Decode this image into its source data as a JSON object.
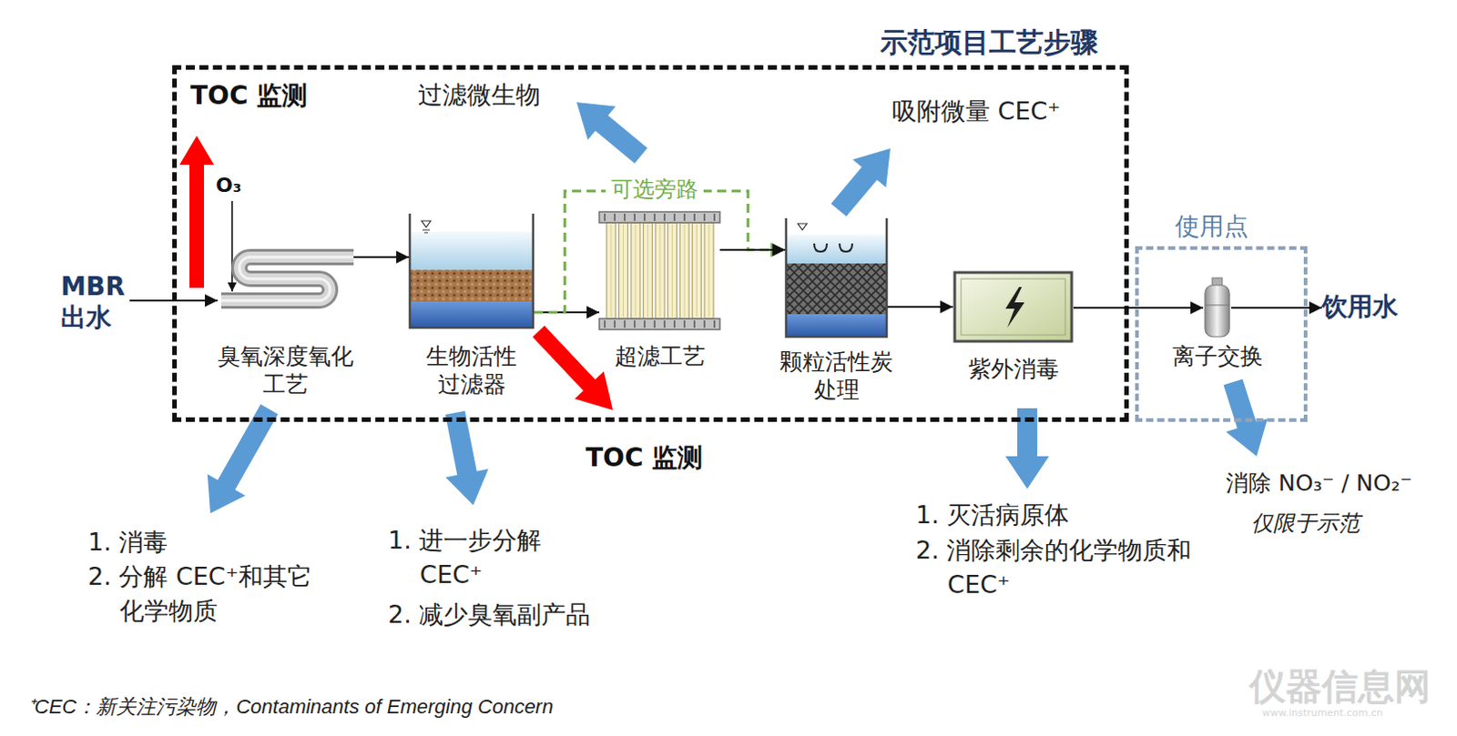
{
  "diagram": {
    "caption": "⁺CEC：新关注污染物，Contaminants of Emerging Concern",
    "nodes": [
      {
        "text": [
          "MBR 出水"
        ]
      },
      {
        "text": [
          "示范项目工艺步骤"
        ]
      },
      {
        "text": [
          "臭氧深度氧化工艺"
        ],
        "in": 1
      },
      {
        "text": [
          "生物活性过滤器"
        ],
        "in": 1
      },
      {
        "text": [
          "超滤工艺"
        ],
        "in": 1
      },
      {
        "text": [
          "颗粒活性炭处理"
        ],
        "in": 1
      },
      {
        "text": [
          "紫外消毒"
        ],
        "in": 1
      },
      {
        "text": [
          "使用点"
        ]
      },
      {
        "text": [
          "离子交换"
        ],
        "in": 7
      },
      {
        "text": [
          "饮用水"
        ]
      }
    ],
    "edges": [
      {
        "from": 0,
        "to": 2,
        "arrow": "to"
      },
      {
        "from": 2,
        "to": 3,
        "arrow": "to"
      },
      {
        "from": 3,
        "to": 4,
        "arrow": "to"
      },
      {
        "from": 3,
        "to": 5,
        "label": "可选旁路",
        "arrow": "to"
      },
      {
        "from": 4,
        "to": 5,
        "arrow": "to"
      },
      {
        "from": 5,
        "to": 6,
        "arrow": "to"
      },
      {
        "from": 6,
        "to": 8,
        "arrow": "to"
      },
      {
        "from": 8,
        "to": 9,
        "arrow": "to"
      }
    ],
    "labels": [
      "TOC 监测",
      "O₃",
      "过滤微生物",
      "吸附微量 CEC⁺",
      "TOC 监测",
      "1. 消毒",
      "2. 分解 CEC⁺和其它化学物质",
      "1. 进一步分解 CEC⁺",
      "2. 减少臭氧副产品",
      "1. 灭活病原体",
      "2. 消除剩余的化学物质和 CEC⁺",
      "消除 NO₃⁻ / NO₂⁻",
      "仅限于示范",
      "仪器信息网",
      "www.instrument.com.cn"
    ]
  }
}
